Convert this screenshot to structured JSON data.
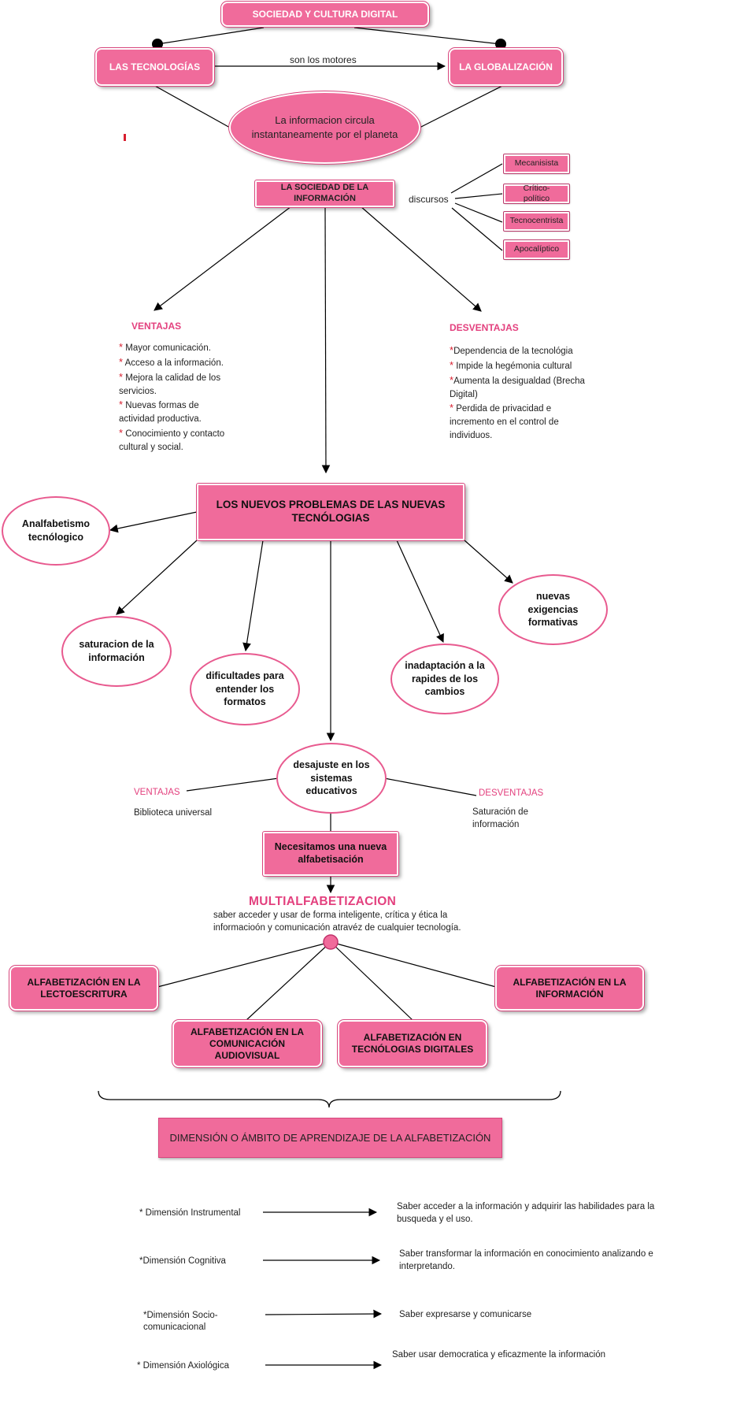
{
  "top": {
    "title": "SOCIEDAD Y CULTURA DIGITAL",
    "tech": "LAS TECNOLOGÍAS",
    "glob": "LA GLOBALIZACIÓN",
    "motors": "son los motores",
    "info_circle": "La informacion circula instantaneamente por el planeta",
    "soc_info": "LA SOCIEDAD DE LA INFORMACIÓN",
    "discursos": "discursos",
    "discourses": [
      "Mecanisista",
      "Crítico-político",
      "Tecnocentrista",
      "Apocalíptico"
    ]
  },
  "ventajas": {
    "title": "VENTAJAS",
    "items": [
      "Mayor comunicación.",
      "Acceso a la información.",
      "Mejora la calidad de los servicios.",
      "Nuevas formas de actividad productiva.",
      "Conocimiento y contacto cultural y social."
    ]
  },
  "desventajas": {
    "title": "DESVENTAJAS",
    "items": [
      "Dependencia de la tecnológia",
      "Impide la hegémonia cultural",
      "Aumenta la desigualdad (Brecha Digital)",
      "Perdida de privacidad e incremento en el control de individuos."
    ]
  },
  "problems": {
    "title": "LOS NUEVOS PROBLEMAS DE LAS NUEVAS TECNÓLOGIAS",
    "analf": "Analfabetismo tecnólogico",
    "saturacion": "saturacion de la información",
    "dificultades": "dificultades para entender los formatos",
    "inadaptacion": "inadaptación a la rapides de los cambios",
    "exigencias": "nuevas exigencias formativas",
    "desajuste": "desajuste en los sistemas educativos",
    "v_title": "VENTAJAS",
    "v_text": "Biblioteca universal",
    "d_title": "DESVENTAJAS",
    "d_text": "Saturación de información"
  },
  "alfa": {
    "need": "Necesitamos una nueva alfabetisación",
    "multi": "MULTIALFABETIZACION",
    "multi_desc": "saber acceder y usar de forma inteligente, crítica y ética la informacioón y comunicación atravéz de cualquier tecnología.",
    "lecto": "ALFABETIZACIÓN EN LA LECTOESCRITURA",
    "audio": "ALFABETIZACIÓN EN LA COMUNICACIÓN AUDIOVISUAL",
    "digital": "ALFABETIZACIÓN EN TECNÓLOGIAS DIGITALES",
    "info": "ALFABETIZACIÓN EN LA INFORMACIÓN",
    "dimension": "DIMENSIÓN O ÁMBITO DE APRENDIZAJE DE LA ALFABETIZACIÓN"
  },
  "dimensions": [
    {
      "label": "* Dimensión Instrumental",
      "desc": "Saber acceder a la información y adquirir las habilidades para la busqueda y el uso."
    },
    {
      "label": "*Dimensión Cognitiva",
      "desc": "Saber transformar la información en conocimiento analizando   e interpretando."
    },
    {
      "label": "*Dimensión Socio-comunicacional",
      "desc": "Saber expresarse y comunicarse"
    },
    {
      "label": "* Dimensión Axiológica",
      "desc": "Saber usar democratica y eficazmente la información"
    }
  ],
  "colors": {
    "pink": "#f06b9b",
    "accent": "#e3407e"
  }
}
